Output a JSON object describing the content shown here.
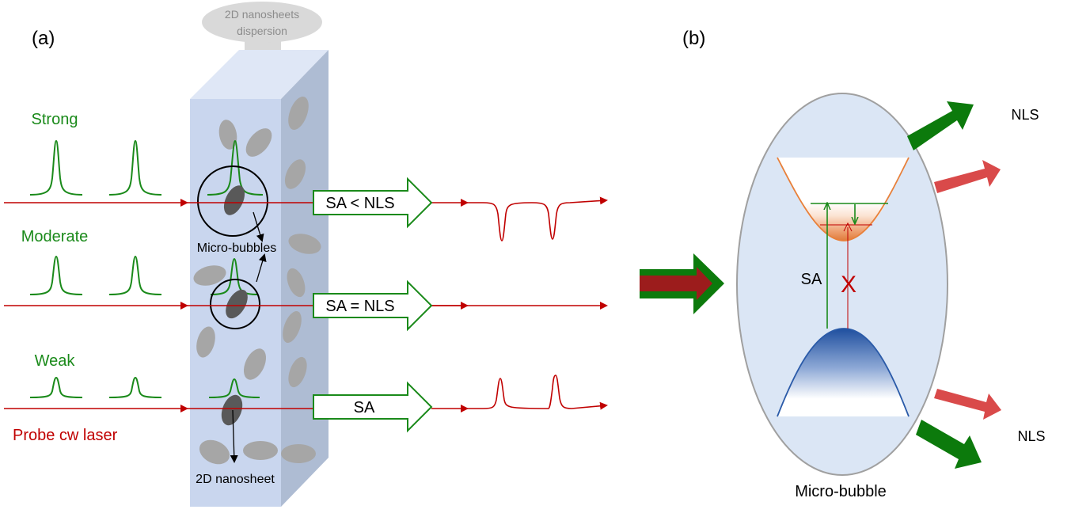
{
  "panel_a": {
    "label": "(a)",
    "reservoir_label_1": "2D nanosheets",
    "reservoir_label_2": "dispersion",
    "rows": [
      {
        "intensity": "Strong",
        "box_label": "SA < NLS"
      },
      {
        "intensity": "Moderate",
        "box_label": "SA = NLS"
      },
      {
        "intensity": "Weak",
        "box_label": "SA"
      }
    ],
    "probe_label": "Probe cw laser",
    "microbubbles_label": "Micro-bubbles",
    "nanosheet_label": "2D nanosheet"
  },
  "panel_b": {
    "label": "(b)",
    "nls_top": "NLS",
    "nls_bottom": "NLS",
    "sa_label": "SA",
    "blocked_mark": "X",
    "bubble_label": "Micro-bubble"
  },
  "colors": {
    "pulse_green": "#1a8a1a",
    "laser_red": "#c00000",
    "arrow_green": "#0c7a0c",
    "arrow_red": "#d94a4a",
    "column_front": "#c9d6ee",
    "column_side": "#aebcd3",
    "column_top": "#dfe7f6",
    "nanosheet_gray": "#a6a6a6",
    "nanosheet_dark": "#595959",
    "bubble_fill": "#dbe6f5",
    "conduction_band": "#e8803a",
    "valence_band": "#2a5aa8"
  }
}
